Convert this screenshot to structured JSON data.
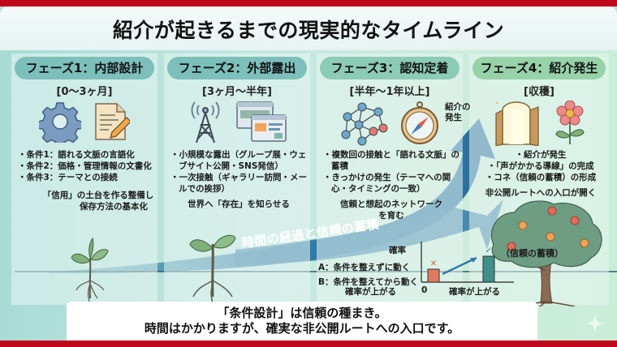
{
  "title": "紹介が起きるまでの現実的なタイムライン",
  "phases": [
    {
      "label": "フェーズ1：内部設計",
      "period": "[0〜3ヶ月]",
      "icons": [
        "gear-icon",
        "document-pencil-icon"
      ],
      "bullets": [
        "・条件1：語れる文脈の言語化",
        "・条件2：価格・管理情報の文書化",
        "・条件3：テーマとの接続"
      ],
      "summary_line1": "「信用」の土台を作る整備し",
      "summary_line2": "保存方法の基本化"
    },
    {
      "label": "フェーズ2：外部露出",
      "period": "[3ヶ月〜半年]",
      "icons": [
        "broadcast-tower-icon",
        "web-windows-icon"
      ],
      "bullets": [
        "・小規模な露出（グループ展・ウェブサイト公開・SNS発信）",
        "・一次接触（ギャラリー訪問・メールでの挨拶）"
      ],
      "summary_line1": "世界へ「存在」を知らせる",
      "summary_line2": ""
    },
    {
      "label": "フェーズ3：認知定着",
      "period": "[半年〜1年以上]",
      "icons": [
        "network-icon",
        "compass-icon"
      ],
      "bullets": [
        "・複数回の接触と「語れる文脈」の蓄積",
        "・きっかけの発生（テーマへの関心・タイミングの一致）"
      ],
      "summary_line1": "信頼と想起のネットワーク",
      "summary_line2": "を育む"
    },
    {
      "label": "フェーズ4：紹介発生",
      "period": "[収穫]",
      "icons": [
        "open-door-icon",
        "flower-icon"
      ],
      "bullets": [
        "・紹介が発生",
        "・「声がかかる導線」の完成",
        "・コネ（信頼の蓄積）の形成"
      ],
      "summary_line1": "非公開ルートへの入口が開く",
      "summary_line2": ""
    }
  ],
  "flow": {
    "label": "時間の経過と信頼の蓄積",
    "intro_label_line1": "紹介の",
    "intro_label_line2": "発生",
    "tree_label": "（信頼の蓄積）"
  },
  "chart_data": {
    "type": "bar",
    "ylabel": "確率",
    "categories": [
      "A",
      "B"
    ],
    "values": [
      1,
      2.6
    ],
    "legend": [
      "A：条件を整えずに動く",
      "B：条件を整えてから動く"
    ],
    "x_origin_label": "0",
    "xlabel_left": "確率が上がる",
    "xlabel_right": "確率が上がる",
    "markers": {
      "A": "✕",
      "B": "✓"
    },
    "colors": {
      "A": "#e07a5f",
      "B": "#3f8f8a"
    }
  },
  "footer": {
    "line1": "「条件設計」は信頼の種まき。",
    "line2": "時間はかかりますが、確実な非公開ルートへの入口です。"
  },
  "colors": {
    "accent_red": "#c0081c",
    "arrow_blue": "#2f7aa6",
    "pill_teal": "#7cbfbb",
    "pill_green": "#97d2a9"
  }
}
